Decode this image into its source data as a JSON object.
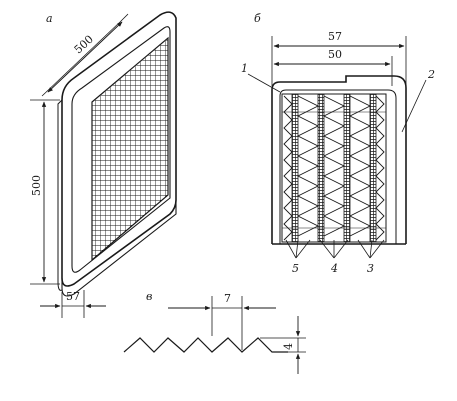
{
  "panels": {
    "a": {
      "label": "а",
      "dims": {
        "width": "500",
        "height": "500",
        "depth": "57"
      }
    },
    "b": {
      "label": "б",
      "dims": {
        "outer": "57",
        "inner": "50"
      },
      "callouts": {
        "c1": "1",
        "c2": "2",
        "c3": "3",
        "c4": "4",
        "c5": "5"
      }
    },
    "v": {
      "label": "в",
      "dims": {
        "pitch": "7",
        "amplitude": "4"
      }
    }
  }
}
